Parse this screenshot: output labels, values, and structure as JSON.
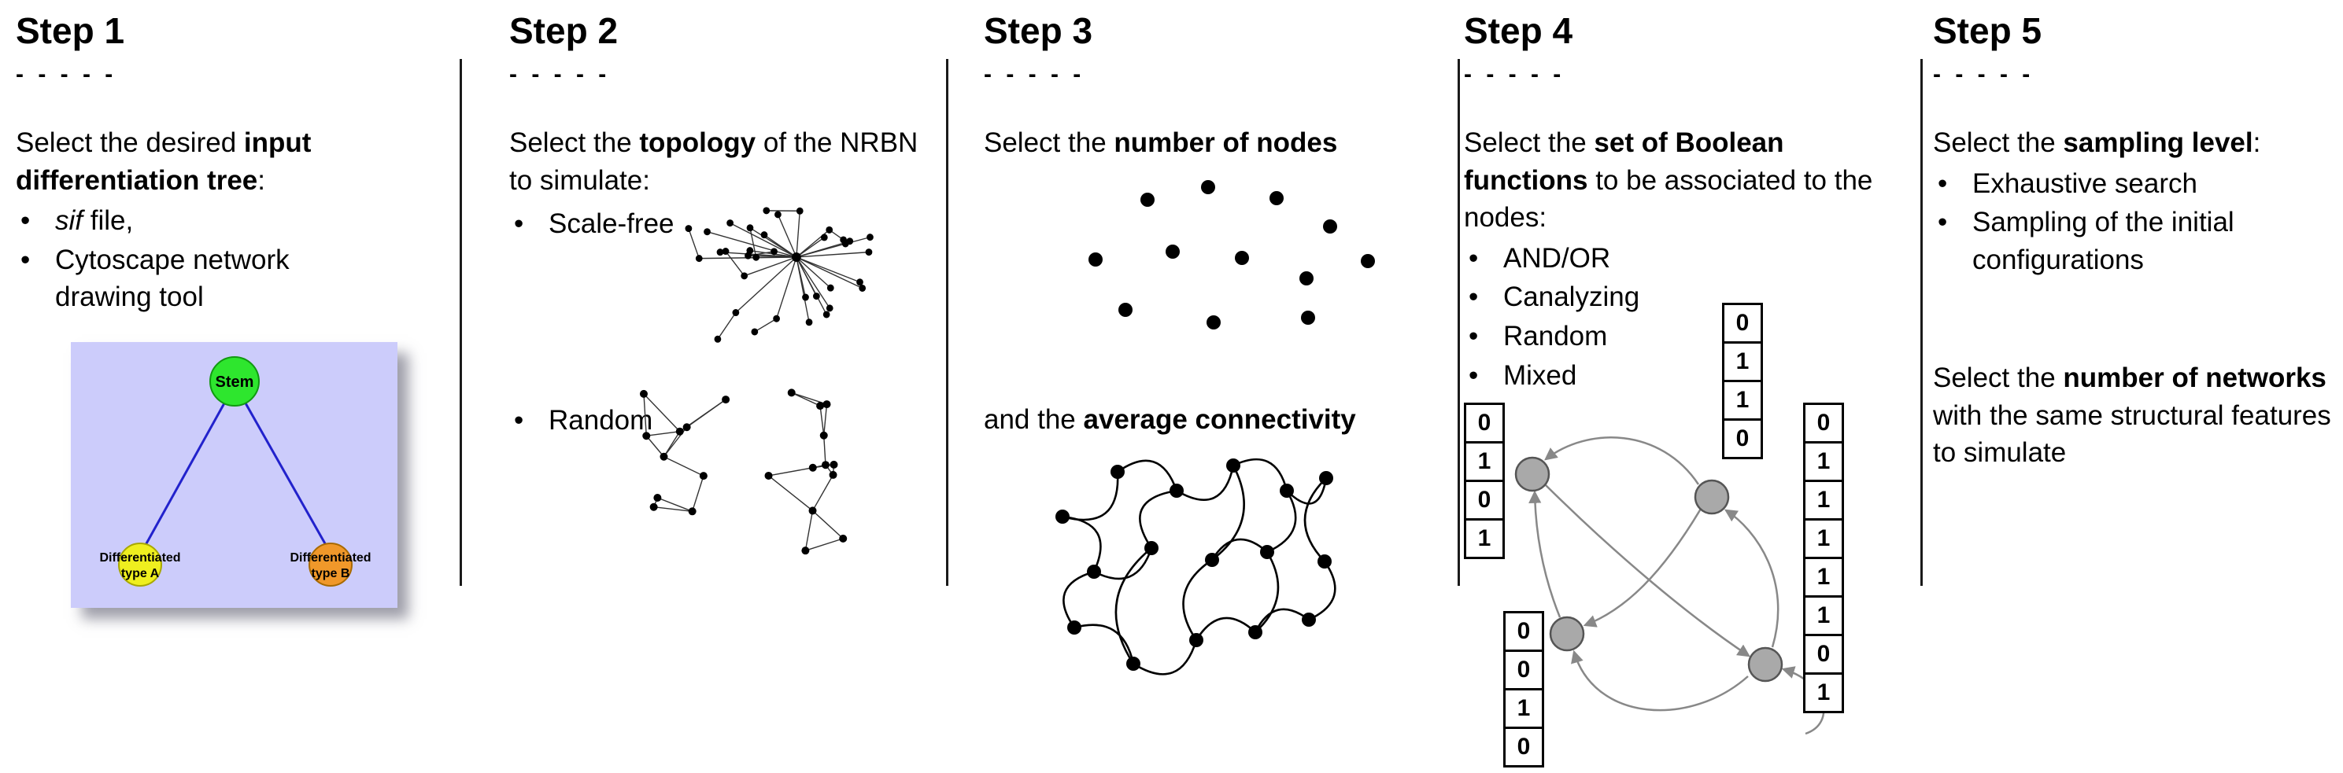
{
  "bullet_char": "•",
  "step1": {
    "title": "Step 1",
    "dashes": "- - - - -",
    "intro_pre": "Select the desired ",
    "intro_bold": "input differentiation tree",
    "intro_post": ":",
    "bullet1_italic": "sif",
    "bullet1_post": " file,",
    "bullet2": "Cytoscape network drawing tool",
    "tree": {
      "background": "#ccccfb",
      "edge_color": "#2222cc",
      "stem_label": "Stem",
      "stem_color": "#2ee62e",
      "typeA_label_line1": "Differentiated",
      "typeA_label_line2": "type A",
      "typeA_color": "#efef1f",
      "typeB_label_line1": "Differentiated",
      "typeB_label_line2": "type B",
      "typeB_color": "#f0982a"
    }
  },
  "step2": {
    "title": "Step 2",
    "dashes": "- - - - -",
    "intro_pre": "Select the ",
    "intro_bold": "topology",
    "intro_post": " of the NRBN to simulate:",
    "bullets": [
      "Scale-free",
      "Random"
    ]
  },
  "step3": {
    "title": "Step 3",
    "dashes": "- - - - -",
    "line1_pre": "Select the ",
    "line1_bold": "number of nodes",
    "line2_pre": "and the ",
    "line2_bold": "average connectivity"
  },
  "step4": {
    "title": "Step 4",
    "dashes": "- - - - -",
    "intro_pre": "Select the ",
    "intro_bold": "set of Boolean functions",
    "intro_post": " to be associated to the nodes:",
    "bullets": [
      "AND/OR",
      "Canalyzing",
      "Random",
      "Mixed"
    ],
    "node_color": "#a9a9a9",
    "arrow_color": "#888888",
    "truth_tables": {
      "left": [
        "0",
        "1",
        "0",
        "1"
      ],
      "top": [
        "0",
        "1",
        "1",
        "0"
      ],
      "bottom_left": [
        "0",
        "0",
        "1",
        "0"
      ],
      "right": [
        "0",
        "1",
        "1",
        "1",
        "1",
        "1",
        "0",
        "1"
      ]
    }
  },
  "step5": {
    "title": "Step 5",
    "dashes": "- - - - -",
    "intro_pre": "Select the ",
    "intro_bold": "sampling level",
    "intro_post": ":",
    "bullets": [
      "Exhaustive search",
      "Sampling of the initial configurations"
    ],
    "second_pre": "Select the ",
    "second_bold": "number of networks",
    "second_post": " with the same structural features to simulate"
  }
}
